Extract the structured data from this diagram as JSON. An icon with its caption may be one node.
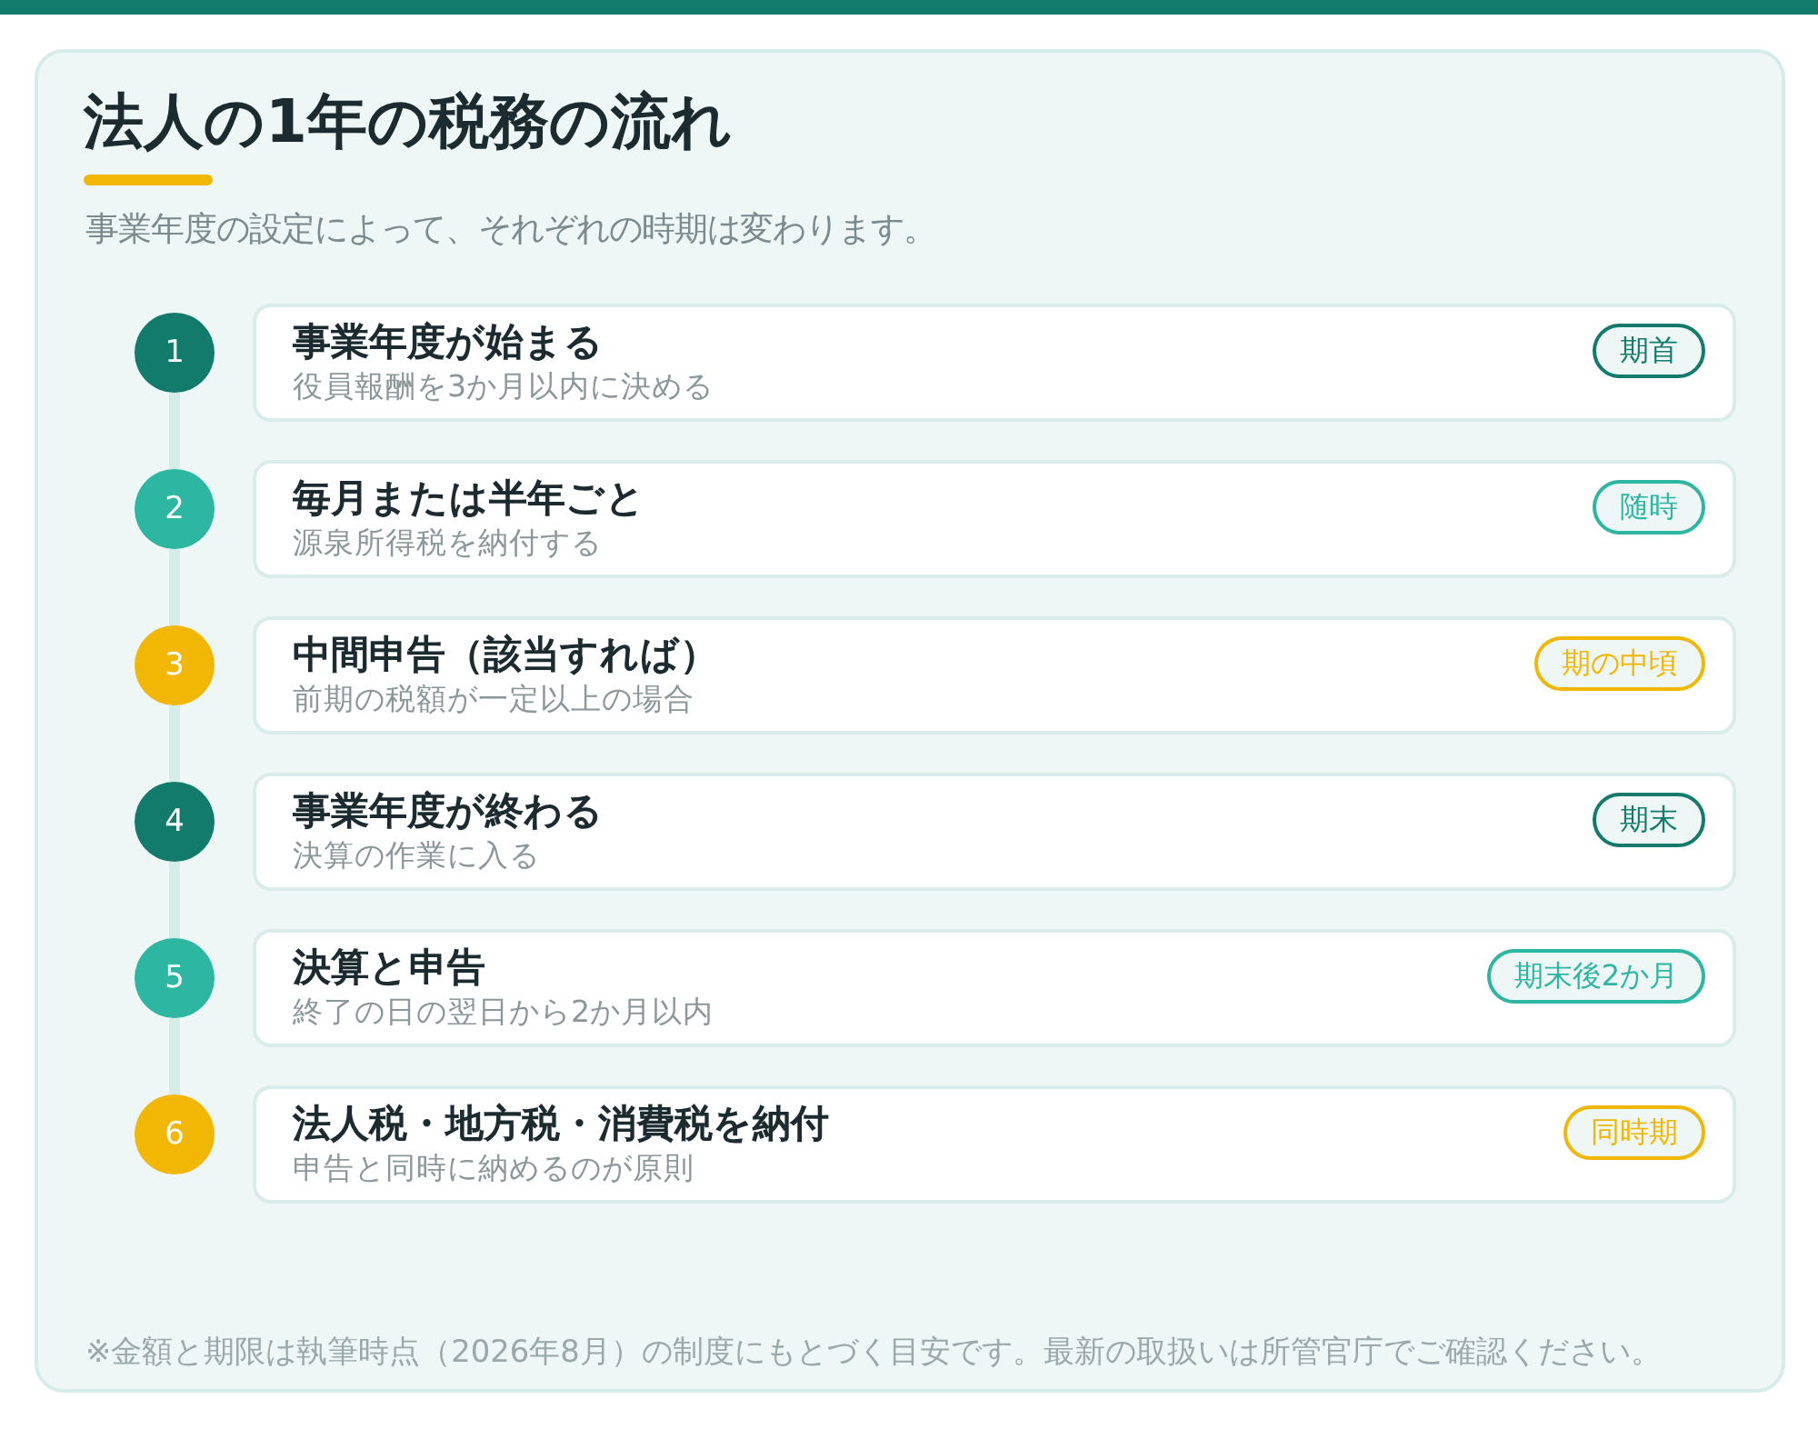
{
  "diagram": {
    "title": "法人の1年の税務の流れ",
    "nodes": [
      {
        "text": [
          "1"
        ]
      },
      {
        "text": [
          "事業年度が始まる",
          "役員報酬を3か月以内に決める"
        ]
      },
      {
        "text": [
          "期首"
        ],
        "in": 1
      },
      {
        "text": [
          "2"
        ]
      },
      {
        "text": [
          "毎月または半年ごと",
          "源泉所得税を納付する"
        ]
      },
      {
        "text": [
          "随時"
        ],
        "in": 4
      },
      {
        "text": [
          "3"
        ]
      },
      {
        "text": [
          "中間申告（該当すれば）",
          "前期の税額が一定以上の場合"
        ]
      },
      {
        "text": [
          "期の中頃"
        ],
        "in": 7
      },
      {
        "text": [
          "4"
        ]
      },
      {
        "text": [
          "事業年度が終わる",
          "決算の作業に入る"
        ]
      },
      {
        "text": [
          "期末"
        ],
        "in": 10
      },
      {
        "text": [
          "5"
        ]
      },
      {
        "text": [
          "決算と申告",
          "終了の日の翌日から2か月以内"
        ]
      },
      {
        "text": [
          "期末後2か月"
        ],
        "in": 13
      },
      {
        "text": [
          "6"
        ]
      },
      {
        "text": [
          "法人税・地方税・消費税を納付",
          "申告と同時に納めるのが原則"
        ]
      },
      {
        "text": [
          "同時期"
        ],
        "in": 16
      }
    ],
    "edges": [
      {
        "from": 0,
        "to": 3,
        "arrow": "none"
      },
      {
        "from": 3,
        "to": 6,
        "arrow": "none"
      },
      {
        "from": 6,
        "to": 9,
        "arrow": "none"
      },
      {
        "from": 9,
        "to": 12,
        "arrow": "none"
      },
      {
        "from": 12,
        "to": 15,
        "arrow": "none"
      }
    ],
    "labels": [
      "事業年度の設定によって、それぞれの時期は変わります。",
      "※金額と期限は執筆時点（2026年8月）の制度にもとづく目安です。最新の取扱いは所管官庁でご確認ください。"
    ]
  }
}
